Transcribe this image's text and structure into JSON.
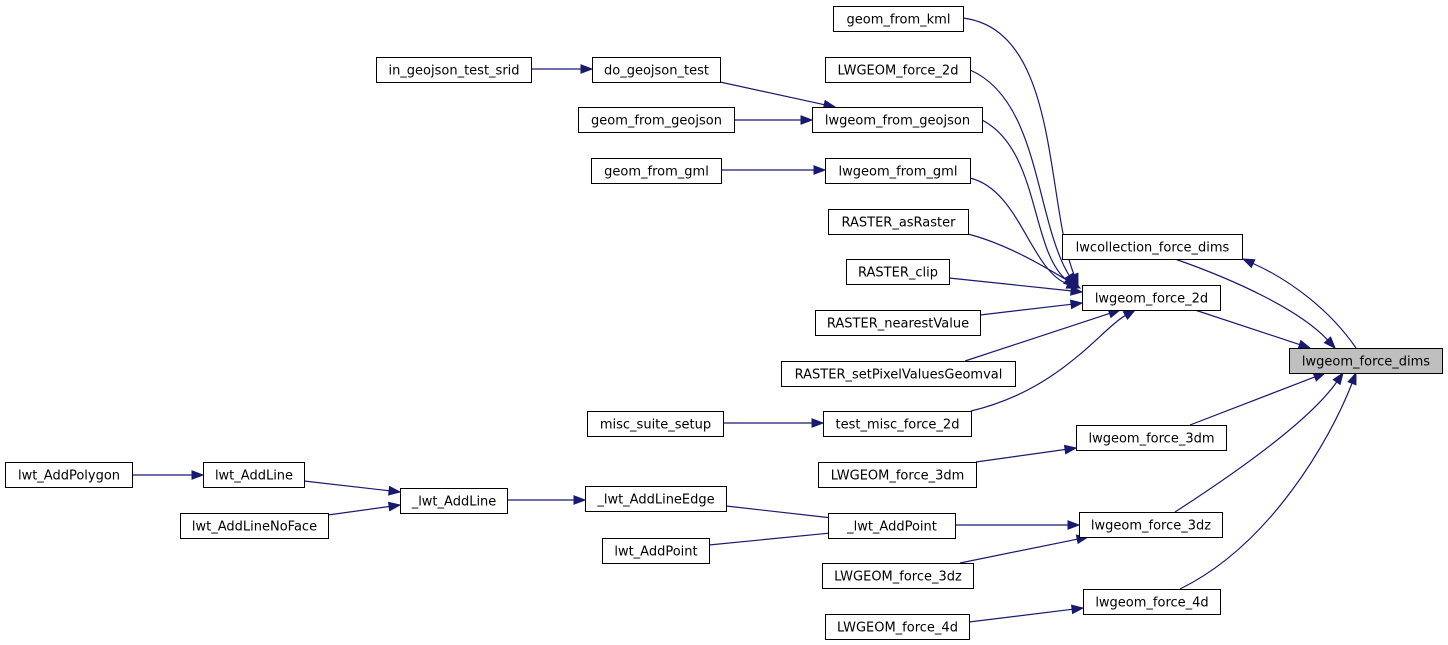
{
  "diagram": {
    "type": "call-graph",
    "focus": "lwgeom_force_dims",
    "nodes": [
      {
        "id": "lwgeom_force_dims",
        "label": "lwgeom_force_dims",
        "focus": true
      },
      {
        "id": "lwcollection_force_dims",
        "label": "lwcollection_force_dims"
      },
      {
        "id": "lwgeom_force_2d",
        "label": "lwgeom_force_2d"
      },
      {
        "id": "lwgeom_force_3dm",
        "label": "lwgeom_force_3dm"
      },
      {
        "id": "lwgeom_force_3dz",
        "label": "lwgeom_force_3dz"
      },
      {
        "id": "lwgeom_force_4d",
        "label": "lwgeom_force_4d"
      },
      {
        "id": "geom_from_kml",
        "label": "geom_from_kml"
      },
      {
        "id": "LWGEOM_force_2d",
        "label": "LWGEOM_force_2d"
      },
      {
        "id": "lwgeom_from_geojson",
        "label": "lwgeom_from_geojson"
      },
      {
        "id": "lwgeom_from_gml",
        "label": "lwgeom_from_gml"
      },
      {
        "id": "RASTER_asRaster",
        "label": "RASTER_asRaster"
      },
      {
        "id": "RASTER_clip",
        "label": "RASTER_clip"
      },
      {
        "id": "RASTER_nearestValue",
        "label": "RASTER_nearestValue"
      },
      {
        "id": "RASTER_setPixelValuesGeomval",
        "label": "RASTER_setPixelValuesGeomval"
      },
      {
        "id": "test_misc_force_2d",
        "label": "test_misc_force_2d"
      },
      {
        "id": "do_geojson_test",
        "label": "do_geojson_test"
      },
      {
        "id": "in_geojson_test_srid",
        "label": "in_geojson_test_srid"
      },
      {
        "id": "geom_from_geojson",
        "label": "geom_from_geojson"
      },
      {
        "id": "geom_from_gml",
        "label": "geom_from_gml"
      },
      {
        "id": "misc_suite_setup",
        "label": "misc_suite_setup"
      },
      {
        "id": "LWGEOM_force_3dm",
        "label": "LWGEOM_force_3dm"
      },
      {
        "id": "_lwt_AddPoint",
        "label": "_lwt_AddPoint"
      },
      {
        "id": "LWGEOM_force_3dz",
        "label": "LWGEOM_force_3dz"
      },
      {
        "id": "_lwt_AddLineEdge",
        "label": "_lwt_AddLineEdge"
      },
      {
        "id": "lwt_AddPoint",
        "label": "lwt_AddPoint"
      },
      {
        "id": "_lwt_AddLine",
        "label": "_lwt_AddLine"
      },
      {
        "id": "lwt_AddLine",
        "label": "lwt_AddLine"
      },
      {
        "id": "lwt_AddLineNoFace",
        "label": "lwt_AddLineNoFace"
      },
      {
        "id": "lwt_AddPolygon",
        "label": "lwt_AddPolygon"
      },
      {
        "id": "LWGEOM_force_4d",
        "label": "LWGEOM_force_4d"
      }
    ],
    "edges": [
      {
        "from": "lwgeom_force_dims",
        "to": "lwcollection_force_dims"
      },
      {
        "from": "lwcollection_force_dims",
        "to": "lwgeom_force_dims"
      },
      {
        "from": "lwgeom_force_2d",
        "to": "lwgeom_force_dims"
      },
      {
        "from": "lwgeom_force_3dm",
        "to": "lwgeom_force_dims"
      },
      {
        "from": "lwgeom_force_3dz",
        "to": "lwgeom_force_dims"
      },
      {
        "from": "lwgeom_force_4d",
        "to": "lwgeom_force_dims"
      },
      {
        "from": "geom_from_kml",
        "to": "lwgeom_force_2d"
      },
      {
        "from": "LWGEOM_force_2d",
        "to": "lwgeom_force_2d"
      },
      {
        "from": "lwgeom_from_geojson",
        "to": "lwgeom_force_2d"
      },
      {
        "from": "lwgeom_from_gml",
        "to": "lwgeom_force_2d"
      },
      {
        "from": "RASTER_asRaster",
        "to": "lwgeom_force_2d"
      },
      {
        "from": "RASTER_clip",
        "to": "lwgeom_force_2d"
      },
      {
        "from": "RASTER_nearestValue",
        "to": "lwgeom_force_2d"
      },
      {
        "from": "RASTER_setPixelValuesGeomval",
        "to": "lwgeom_force_2d"
      },
      {
        "from": "test_misc_force_2d",
        "to": "lwgeom_force_2d"
      },
      {
        "from": "do_geojson_test",
        "to": "lwgeom_from_geojson"
      },
      {
        "from": "in_geojson_test_srid",
        "to": "do_geojson_test"
      },
      {
        "from": "geom_from_geojson",
        "to": "lwgeom_from_geojson"
      },
      {
        "from": "geom_from_gml",
        "to": "lwgeom_from_gml"
      },
      {
        "from": "misc_suite_setup",
        "to": "test_misc_force_2d"
      },
      {
        "from": "LWGEOM_force_3dm",
        "to": "lwgeom_force_3dm"
      },
      {
        "from": "_lwt_AddPoint",
        "to": "lwgeom_force_3dz"
      },
      {
        "from": "LWGEOM_force_3dz",
        "to": "lwgeom_force_3dz"
      },
      {
        "from": "_lwt_AddLineEdge",
        "to": "_lwt_AddPoint"
      },
      {
        "from": "lwt_AddPoint",
        "to": "_lwt_AddPoint"
      },
      {
        "from": "_lwt_AddLine",
        "to": "_lwt_AddLineEdge"
      },
      {
        "from": "lwt_AddLine",
        "to": "_lwt_AddLine"
      },
      {
        "from": "lwt_AddLineNoFace",
        "to": "_lwt_AddLine"
      },
      {
        "from": "lwt_AddPolygon",
        "to": "lwt_AddLine"
      },
      {
        "from": "LWGEOM_force_4d",
        "to": "lwgeom_force_4d"
      }
    ]
  }
}
